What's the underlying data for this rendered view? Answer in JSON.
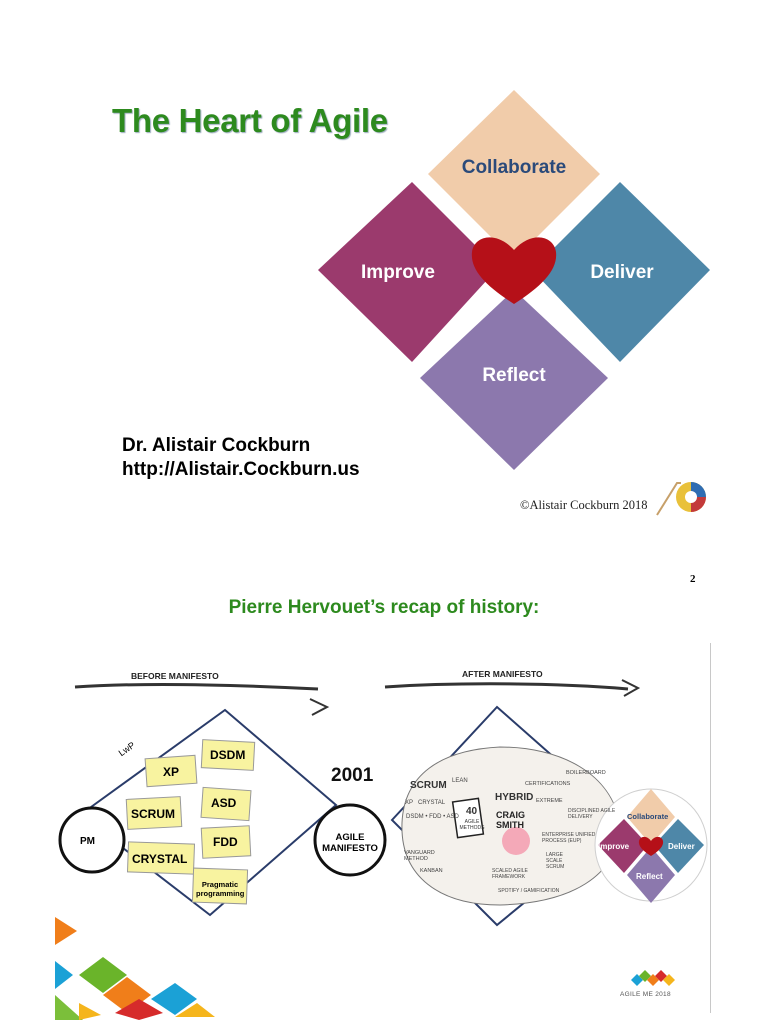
{
  "slide1": {
    "title": "The Heart of Agile",
    "diamond": {
      "top": "Collaborate",
      "left": "Improve",
      "right": "Deliver",
      "bottom": "Reflect"
    },
    "author_name": "Dr. Alistair Cockburn",
    "author_url": "http://Alistair.Cockburn.us",
    "copyright": "©Alistair Cockburn 2018",
    "colors": {
      "collaborate": "#f1ccaa",
      "improve": "#9b3a6d",
      "deliver": "#4e87a8",
      "reflect": "#8c78ad",
      "heart": "#b51018"
    }
  },
  "page_number": "2",
  "slide2": {
    "subtitle": "Pierre Hervouet’s recap of history:",
    "before_label": "BEFORE MANIFESTO",
    "after_label": "AFTER MANIFESTO",
    "year": "2001",
    "lwp": "LwP",
    "pm": "PM",
    "agile_manifesto_line1": "AGILE",
    "agile_manifesto_line2": "MANIFESTO",
    "notes": [
      "XP",
      "DSDM",
      "SCRUM",
      "ASD",
      "FDD",
      "CRYSTAL"
    ],
    "pragmatic_line1": "Pragmatic",
    "pragmatic_line2": "programming",
    "mini_diamond": {
      "top": "Collaborate",
      "left": "Improve",
      "right": "Deliver",
      "bottom": "Reflect"
    },
    "sketch": {
      "scrum": "SCRUM",
      "hybrid": "HYBRID",
      "craig": "CRAIG",
      "smith": "SMITH",
      "forty": "40",
      "agile_methods": "AGILE METHODS",
      "lean": "LEAN",
      "xp": "XP",
      "crystal": "CRYSTAL",
      "dsdm_row": "DSDM • FDD • ASD",
      "certifications": "CERTIFICATIONS",
      "extreme": "EXTREME",
      "vanguard": "VANGUARD METHOD",
      "safe": "SCALED AGILE FRAMEWORK",
      "large_scale": "LARGE SCALE SCRUM",
      "disciplined": "DISCIPLINED AGILE DELIVERY",
      "spotify": "SPOTIFY / GAMIFICATION",
      "kanban": "KANBAN",
      "boilerboard": "BOILERBOARD",
      "rup": "ENTERPRISE UNIFIED PROCESS (EUP)"
    },
    "footer": "AGILE ME 2018"
  }
}
